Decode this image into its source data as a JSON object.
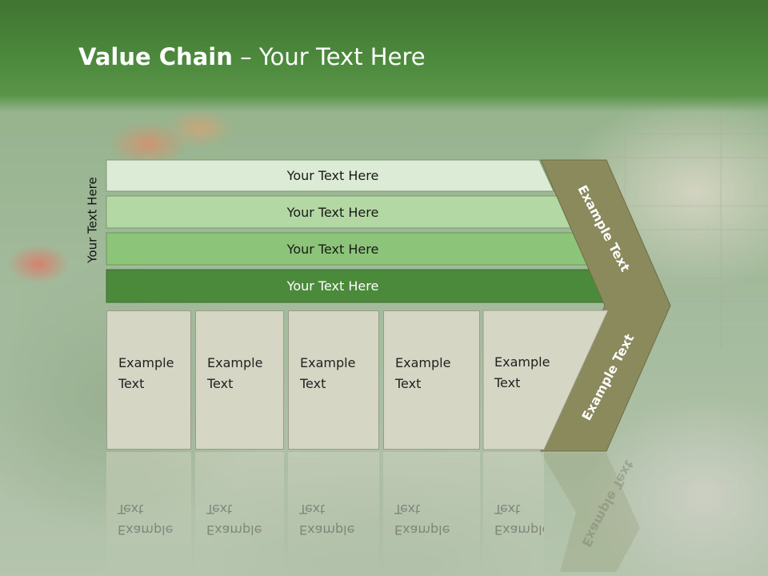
{
  "slide": {
    "title_bold": "Value Chain",
    "title_rest": " – Your Text Here"
  },
  "diagram": {
    "vertical_label": "Your Text Here",
    "rows": [
      {
        "label": "Your Text Here",
        "fill": "#dcebd6"
      },
      {
        "label": "Your Text Here",
        "fill": "#b3d8a3"
      },
      {
        "label": "Your Text Here",
        "fill": "#8cc47a"
      },
      {
        "label": "Your Text Here",
        "fill": "#4a8a3a"
      }
    ],
    "boxes": [
      {
        "text": "Example\nText"
      },
      {
        "text": "Example\nText"
      },
      {
        "text": "Example\nText"
      },
      {
        "text": "Example\nText"
      },
      {
        "text": "Example\nText"
      }
    ],
    "chevron_top_label": "Example Text",
    "chevron_bottom_label": "Example Text",
    "chevron_color": "#8a8a5c"
  }
}
